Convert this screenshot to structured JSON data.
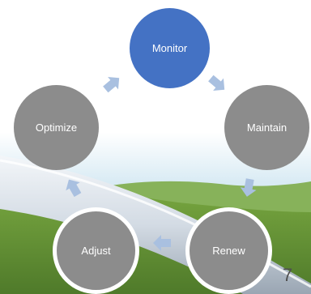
{
  "colors": {
    "monitor_fill": "#4472c4",
    "node_fill": "#8c8c8c",
    "arrow": "#a9c0e0",
    "sky": "#dcecf4",
    "grass": "#6f9f3a",
    "pipe": "#d6dde6"
  },
  "cycle": {
    "nodes": [
      {
        "label": "Monitor"
      },
      {
        "label": "Maintain"
      },
      {
        "label": "Renew"
      },
      {
        "label": "Adjust"
      },
      {
        "label": "Optimize"
      }
    ]
  },
  "page_number": "7"
}
